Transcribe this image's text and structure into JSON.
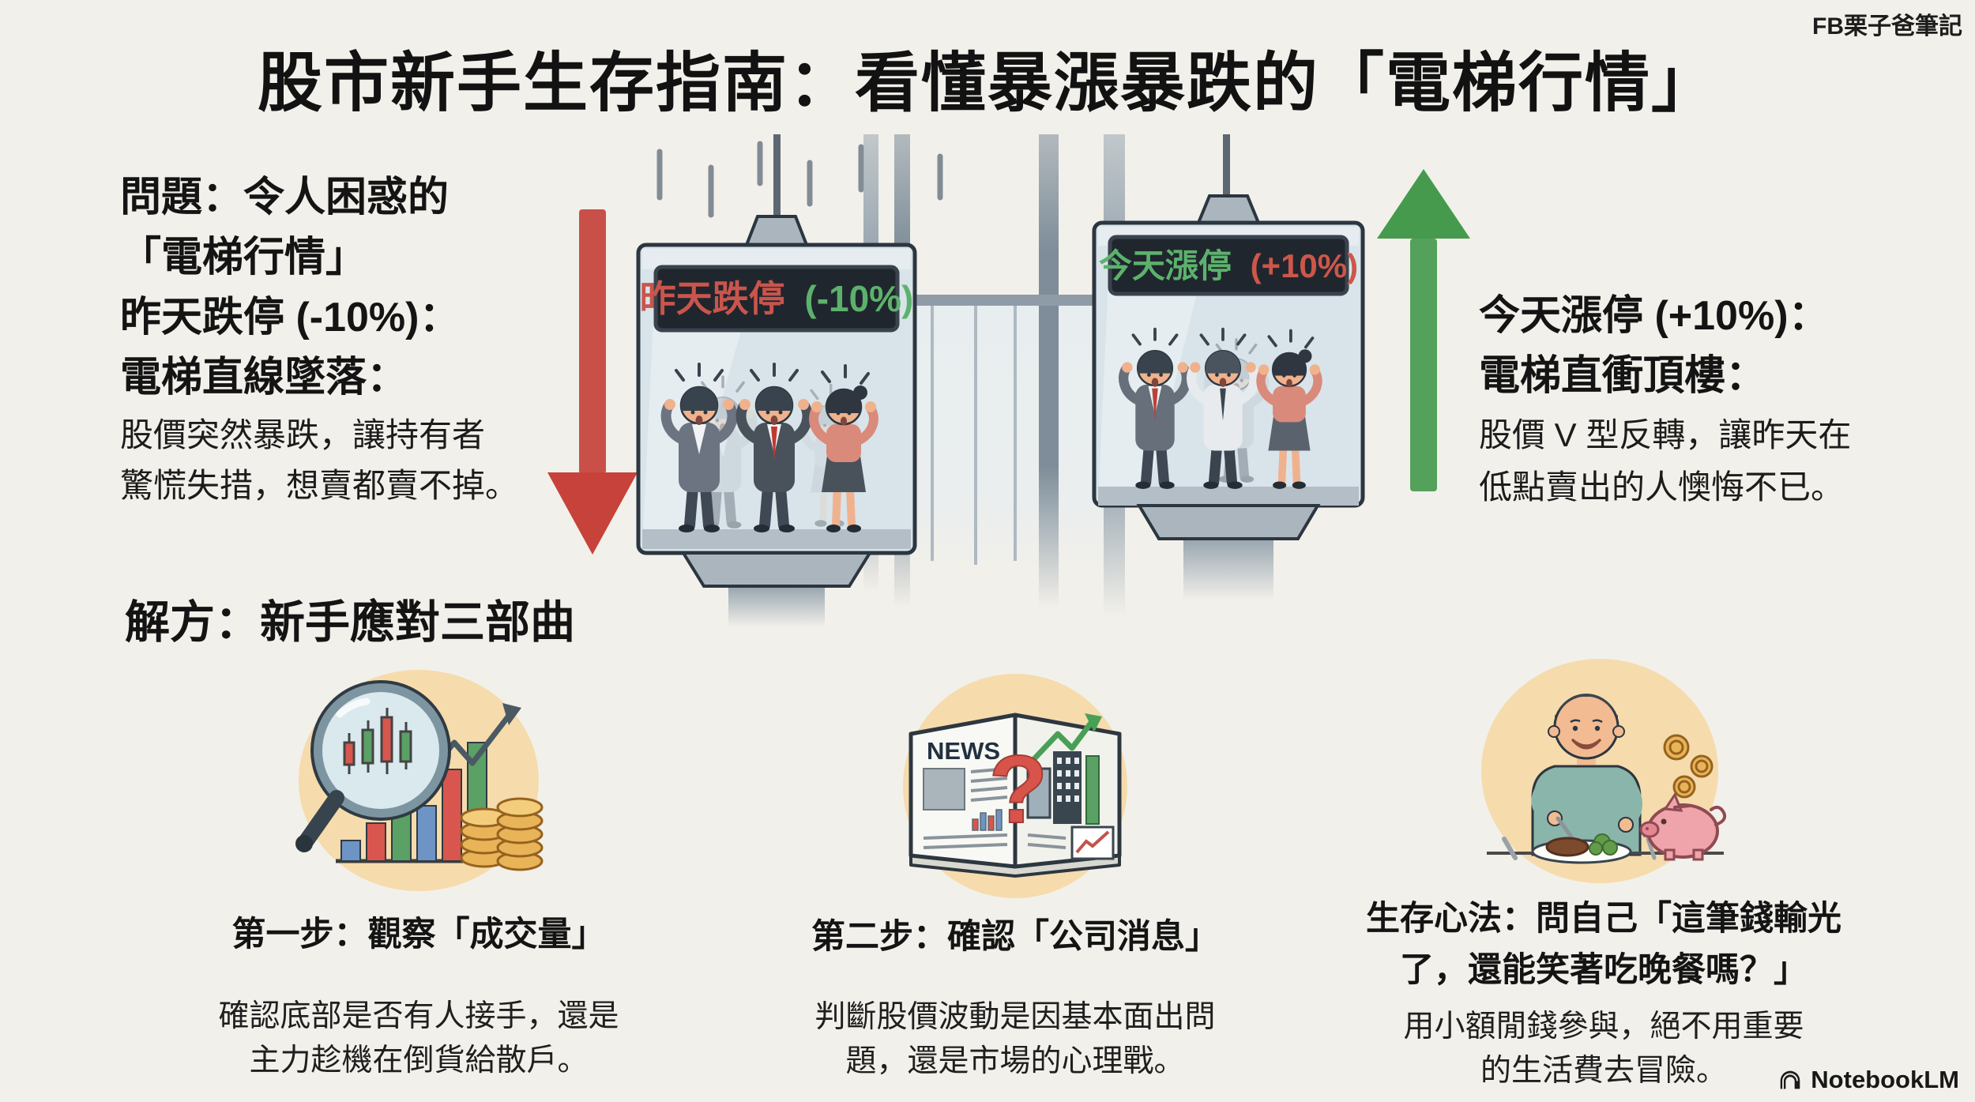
{
  "page": {
    "title": "股市新手生存指南：看懂暴漲暴跌的「電梯行情」",
    "credit_top_right": "FB栗子爸筆記",
    "brand_bottom_right": "NotebookLM",
    "background_color": "#f2f0ea"
  },
  "problem": {
    "heading_lines": [
      "問題：令人困惑的",
      "「電梯行情」",
      "昨天跌停 (-10%)：",
      "電梯直線墜落："
    ],
    "body_lines": [
      "股價突然暴跌，讓持有者",
      "驚慌失措，想賣都賣不掉。"
    ]
  },
  "surge": {
    "heading_lines": [
      "今天漲停 (+10%)：",
      "電梯直衝頂樓："
    ],
    "body_lines": [
      "股價 V 型反轉，讓昨天在",
      "低點賣出的人懊悔不已。"
    ]
  },
  "elevators": {
    "down_sign": {
      "label": "昨天跌停",
      "value": "(-10%)",
      "label_color": "#c9554c",
      "value_color": "#5cb26c"
    },
    "up_sign": {
      "label": "今天漲停",
      "value": "(+10%)",
      "label_color": "#5cb26c",
      "value_color": "#cc574a"
    },
    "down_arrow_color": "#c6423a",
    "up_arrow_color": "#459a4d"
  },
  "solution": {
    "heading": "解方：新手應對三部曲",
    "news_label": "NEWS",
    "news_qmark": "?",
    "steps": [
      {
        "title_lines": [
          "第一步：觀察「成交量」"
        ],
        "body_lines": [
          "確認底部是否有人接手，還是",
          "主力趁機在倒貨給散戶。"
        ]
      },
      {
        "title_lines": [
          "第二步：確認「公司消息」"
        ],
        "body_lines": [
          "判斷股價波動是因基本面出問",
          "題，還是市場的心理戰。"
        ]
      },
      {
        "title_lines": [
          "生存心法：問自己「這筆錢輸光",
          "了，還能笑著吃晚餐嗎？」"
        ],
        "body_lines": [
          "用小額閒錢參與，絕不用重要",
          "的生活費去冒險。"
        ]
      }
    ]
  }
}
